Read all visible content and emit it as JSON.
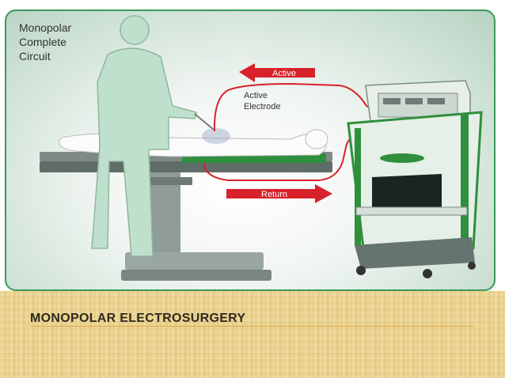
{
  "diagram": {
    "title_lines": [
      "Monopolar",
      "Complete",
      "Circuit"
    ],
    "active_label": "Active",
    "active_electrode_lines": [
      "Active",
      "Electrode"
    ],
    "return_label": "Return",
    "colors": {
      "frame": "#3a9a5a",
      "circuit": "#d8212a",
      "return_pad": "#2f8f3c",
      "surgeon": "#bfe0cc",
      "generator": "#e8efe9"
    }
  },
  "slide": {
    "title": "MONOPOLAR ELECTROSURGERY"
  }
}
